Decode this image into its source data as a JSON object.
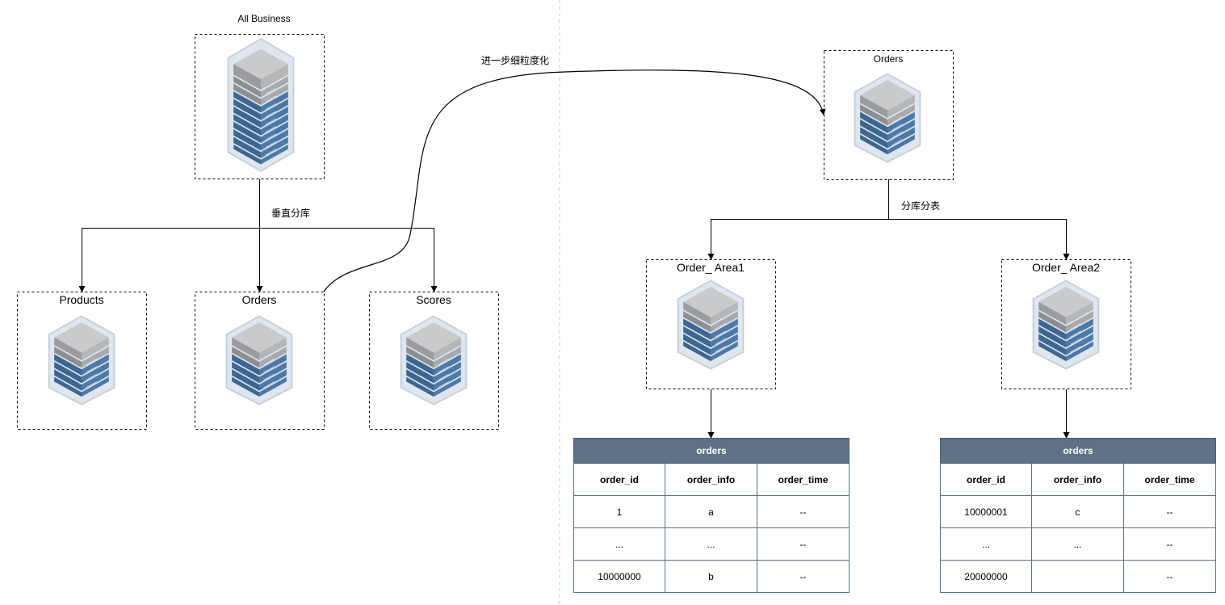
{
  "left": {
    "root": {
      "title": "All Business"
    },
    "edge_label": "垂直分库",
    "children": [
      {
        "title": "Products"
      },
      {
        "title": "Orders"
      },
      {
        "title": "Scores"
      }
    ]
  },
  "link_label": "进一步细粒度化",
  "right": {
    "root": {
      "title": "Orders"
    },
    "edge_label": "分库分表",
    "children": [
      {
        "title": "Order_ Area1"
      },
      {
        "title": "Order_ Area2"
      }
    ]
  },
  "tables": [
    {
      "title": "orders",
      "columns": [
        "order_id",
        "order_info",
        "order_time"
      ],
      "rows": [
        [
          "1",
          "a",
          "--"
        ],
        [
          "...",
          "...",
          "--"
        ],
        [
          "10000000",
          "b",
          "--"
        ]
      ]
    },
    {
      "title": "orders",
      "columns": [
        "order_id",
        "order_info",
        "order_time"
      ],
      "rows": [
        [
          "10000001",
          "c",
          "--"
        ],
        [
          "...",
          "...",
          "--"
        ],
        [
          "20000000",
          "",
          "--"
        ]
      ]
    }
  ],
  "colors": {
    "table_header": "#5d7385",
    "server_blue": "#4d79a8",
    "server_gray": "#a7a9ac",
    "server_halo": "#dfe6ee"
  },
  "icons": {
    "server": "server-rack-icon"
  }
}
